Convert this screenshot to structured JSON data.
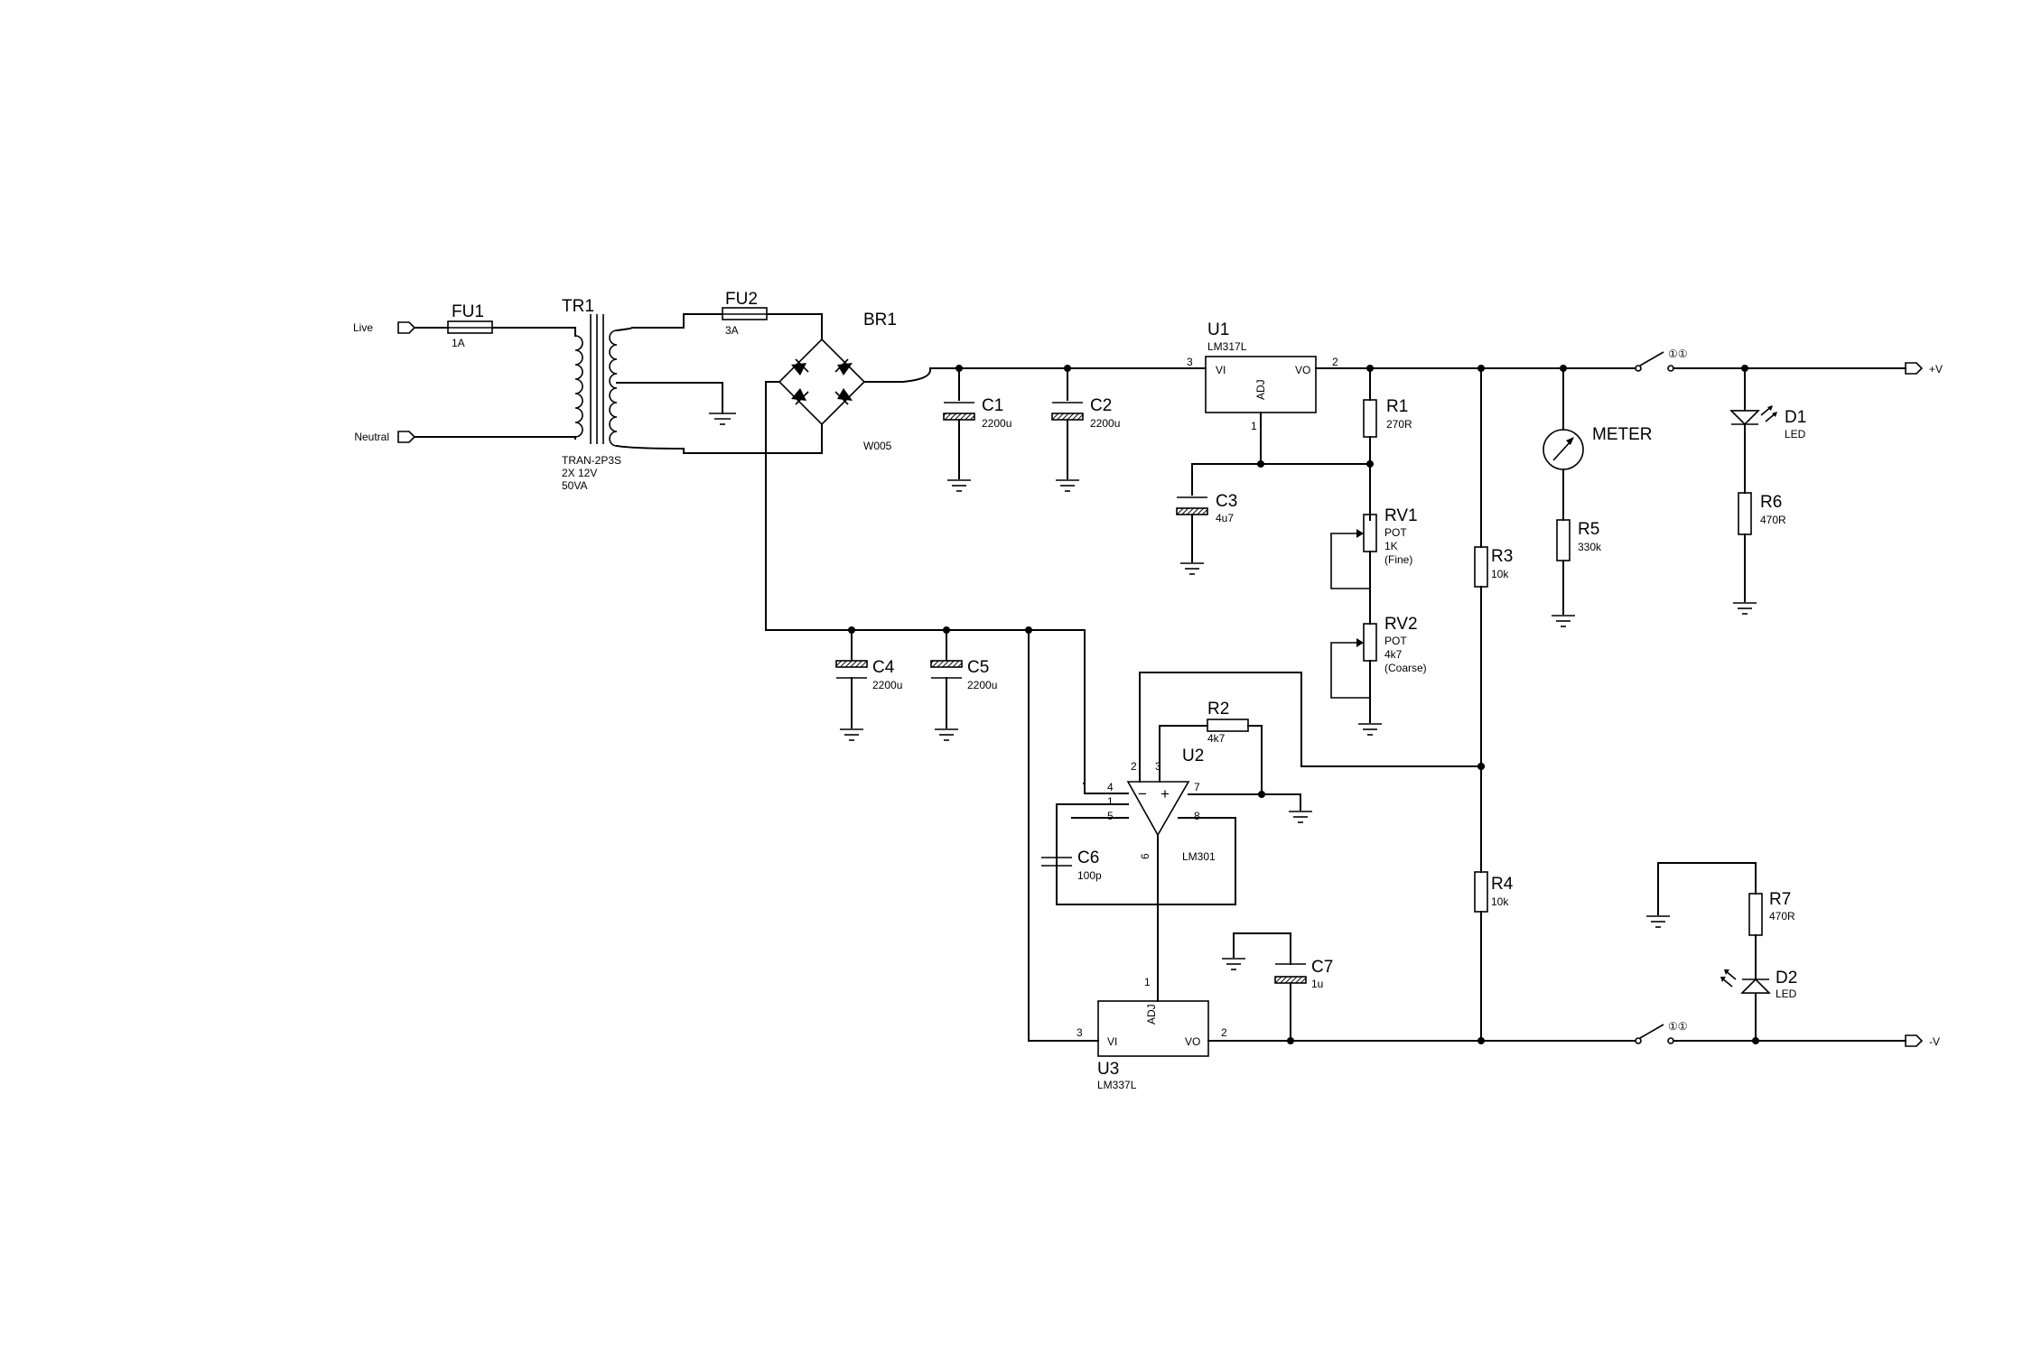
{
  "terminals": {
    "live": "Live",
    "neutral": "Neutral",
    "pos_out": "+V",
    "neg_out": "-V"
  },
  "fu1": {
    "ref": "FU1",
    "value": "1A"
  },
  "fu2": {
    "ref": "FU2",
    "value": "3A"
  },
  "tr1": {
    "ref": "TR1",
    "line1": "TRAN-2P3S",
    "line2": "2X 12V",
    "line3": "50VA"
  },
  "br1": {
    "ref": "BR1",
    "part": "W005"
  },
  "c1": {
    "ref": "C1",
    "value": "2200u"
  },
  "c2": {
    "ref": "C2",
    "value": "2200u"
  },
  "c3": {
    "ref": "C3",
    "value": "4u7"
  },
  "c4": {
    "ref": "C4",
    "value": "2200u"
  },
  "c5": {
    "ref": "C5",
    "value": "2200u"
  },
  "c6": {
    "ref": "C6",
    "value": "100p"
  },
  "c7": {
    "ref": "C7",
    "value": "1u"
  },
  "u1": {
    "ref": "U1",
    "part": "LM317L",
    "pin_vi": "VI",
    "pin_vo": "VO",
    "pin_adj": "ADJ",
    "n_vi": "3",
    "n_vo": "2",
    "n_adj": "1"
  },
  "u2": {
    "ref": "U2",
    "part": "LM301",
    "minus": "−",
    "plus": "+",
    "n2": "2",
    "n3": "3",
    "n4": "4",
    "n1": "1",
    "n5": "5",
    "n7": "7",
    "n8": "8",
    "n6": "6"
  },
  "u3": {
    "ref": "U3",
    "part": "LM337L",
    "pin_vi": "VI",
    "pin_vo": "VO",
    "pin_adj": "ADJ",
    "n_vi": "3",
    "n_vo": "2",
    "n_adj": "1"
  },
  "r1": {
    "ref": "R1",
    "value": "270R"
  },
  "r2": {
    "ref": "R2",
    "value": "4k7"
  },
  "r3": {
    "ref": "R3",
    "value": "10k"
  },
  "r4": {
    "ref": "R4",
    "value": "10k"
  },
  "r5": {
    "ref": "R5",
    "value": "330k"
  },
  "r6": {
    "ref": "R6",
    "value": "470R"
  },
  "r7": {
    "ref": "R7",
    "value": "470R"
  },
  "rv1": {
    "ref": "RV1",
    "type": "POT",
    "value": "1K",
    "note": "(Fine)"
  },
  "rv2": {
    "ref": "RV2",
    "type": "POT",
    "value": "4k7",
    "note": "(Coarse)"
  },
  "meter": {
    "ref": "METER"
  },
  "d1": {
    "ref": "D1",
    "value": "LED"
  },
  "d2": {
    "ref": "D2",
    "value": "LED"
  },
  "switch_marks": "①①"
}
